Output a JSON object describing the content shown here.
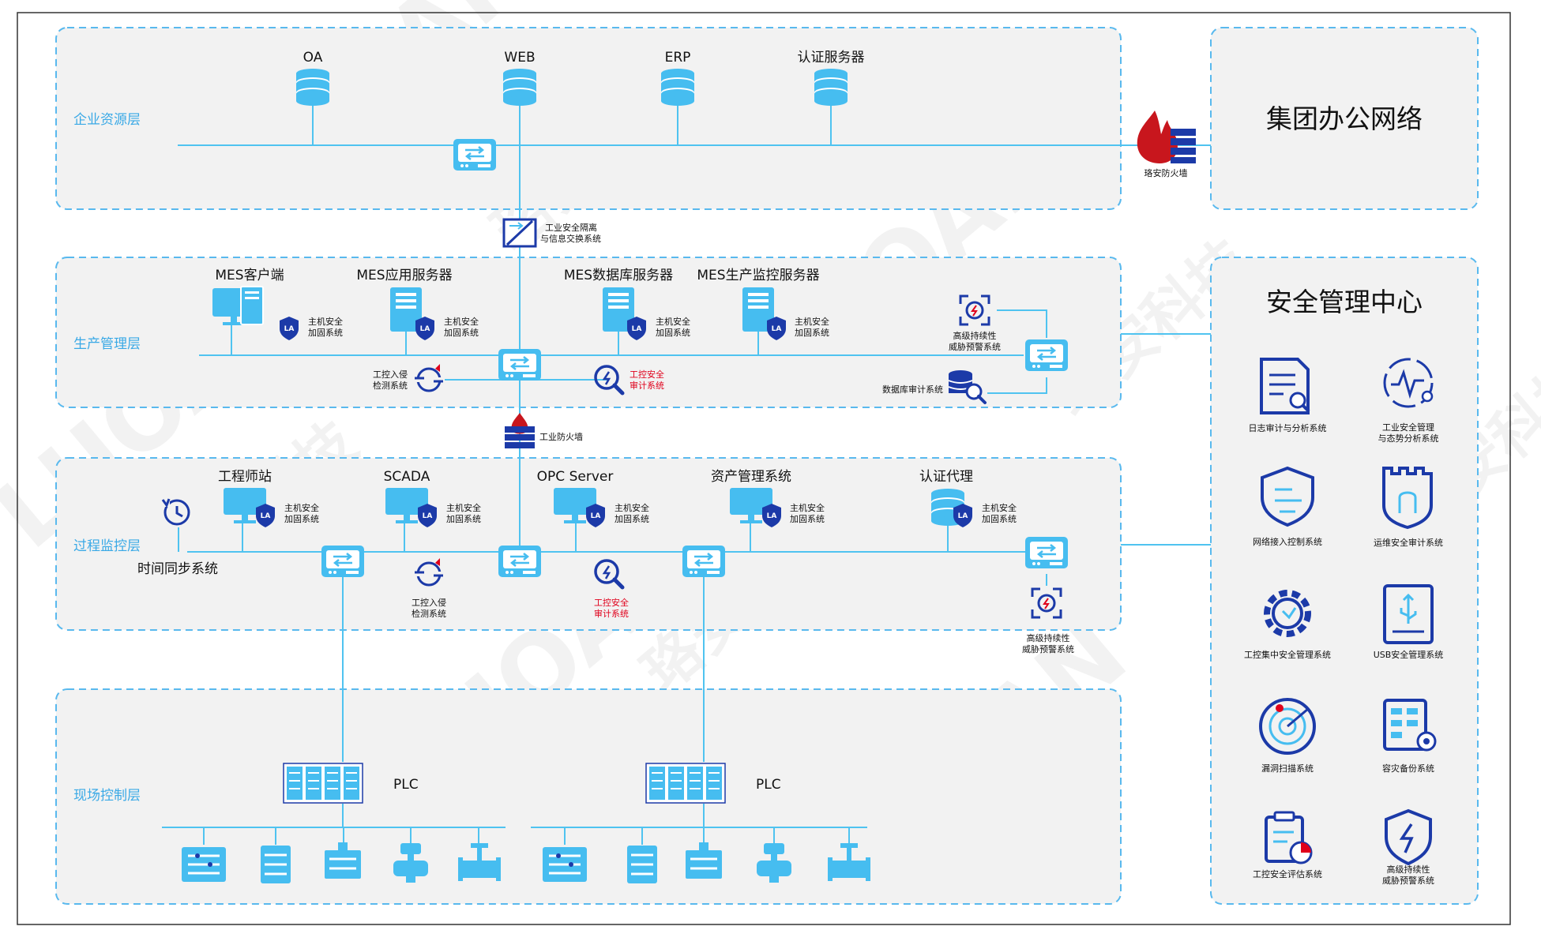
{
  "external_network": "集团办公网络",
  "security_center": {
    "title": "安全管理中心",
    "items": [
      "日志审计与分析系统",
      [
        "工业安全管理",
        "与态势分析系统"
      ],
      "网络接入控制系统",
      "运维安全审计系统",
      "工控集中安全管理系统",
      "USB安全管理系统",
      "漏洞扫描系统",
      "容灾备份系统",
      "工控安全评估系统",
      [
        "高级持续性",
        "威胁预警系统"
      ]
    ]
  },
  "layers": {
    "enterprise": "企业资源层",
    "production": "生产管理层",
    "process": "过程监控层",
    "field": "现场控制层"
  },
  "enterprise_nodes": [
    "OA",
    "WEB",
    "ERP",
    "认证服务器"
  ],
  "firewall_luoan": "珞安防火墙",
  "isolation": [
    "工业安全隔离",
    "与信息交换系统"
  ],
  "host_hardening": [
    "主机安全",
    "加固系统"
  ],
  "production_nodes": [
    "MES客户端",
    "MES应用服务器",
    "MES数据库服务器",
    "MES生产监控服务器"
  ],
  "apt": [
    "高级持续性",
    "威胁预警系统"
  ],
  "ids": [
    "工控入侵",
    "检测系统"
  ],
  "audit": [
    "工控安全",
    "审计系统"
  ],
  "db_audit": "数据库审计系统",
  "industrial_firewall": "工业防火墙",
  "process_nodes": [
    "工程师站",
    "SCADA",
    "OPC Server",
    "资产管理系统",
    "认证代理"
  ],
  "time_sync": "时间同步系统",
  "plc_label": "PLC",
  "badge_text": "LA",
  "watermark": {
    "latin": "LUOAN",
    "chinese": "珞安科技"
  },
  "colors": {
    "accent": "#46bdf0",
    "line": "#4fc3f0",
    "navy": "#1c3aa8",
    "red": "#e0001b",
    "layer_text": "#3aa9e6"
  },
  "icons": [
    "database-icon",
    "switch-icon",
    "firewall-icon",
    "isolation-gateway-icon",
    "monitor-icon",
    "server-icon",
    "shield-badge-icon",
    "scan-icon",
    "magnifier-bolt-icon",
    "db-audit-icon",
    "clock-sync-icon",
    "plc-icon",
    "field-device-icon",
    "valve-icon",
    "report-icon",
    "pulse-monitor-icon",
    "network-shield-icon",
    "castle-icon",
    "gear-icon",
    "usb-icon",
    "radar-icon",
    "backup-icon",
    "evaluation-icon",
    "apt-shield-icon"
  ]
}
